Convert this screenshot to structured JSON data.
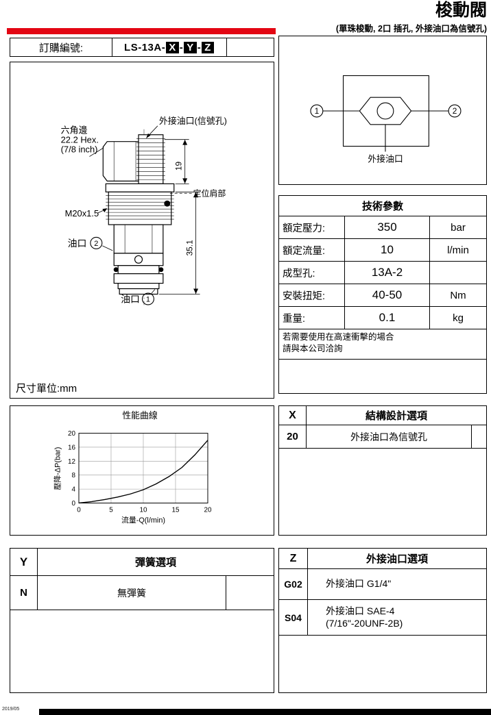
{
  "page": {
    "title": "梭動閥",
    "subtitle": "(單珠梭動, 2口 插孔, 外接油口為信號孔)"
  },
  "order": {
    "label": "訂購編號:",
    "prefix": "LS-13A-",
    "sep": "-",
    "x": "X",
    "y": "Y",
    "z": "Z"
  },
  "drawing": {
    "signal_port_label": "外接油口(信號孔)",
    "hex_line1": "六角邊",
    "hex_line2": "22.2 Hex.",
    "hex_line3": "(7/8 inch)",
    "dim_height": "19",
    "shoulder_label": "定位肩部",
    "thread_label": "M20x1.5",
    "dim_length": "35.1",
    "port2_label": "油口",
    "port2_num": "2",
    "port1_label": "油口",
    "port1_num": "1",
    "unit_note": "尺寸單位:mm"
  },
  "schematic": {
    "port1": "1",
    "port2": "2",
    "bottom_label": "外接油口"
  },
  "tech": {
    "title": "技術參數",
    "rows": [
      {
        "label": "額定壓力:",
        "value": "350",
        "unit": "bar"
      },
      {
        "label": "額定流量:",
        "value": "10",
        "unit": "l/min"
      },
      {
        "label": "成型孔:",
        "value": "13A-2",
        "unit": ""
      },
      {
        "label": "安裝扭矩:",
        "value": "40-50",
        "unit": "Nm"
      },
      {
        "label": "重量:",
        "value": "0.1",
        "unit": "kg"
      }
    ],
    "note1": "若需要使用在高速衝擊的場合",
    "note2": "請與本公司洽詢"
  },
  "chart_data": {
    "type": "line",
    "title": "性能曲線",
    "xlabel": "流量-Q(l/min)",
    "ylabel": "壓降-ΔP(bar)",
    "xlim": [
      0,
      20
    ],
    "ylim": [
      0,
      20
    ],
    "xticks": [
      0,
      5,
      10,
      15,
      20
    ],
    "yticks": [
      0,
      4,
      8,
      12,
      16,
      20
    ],
    "grid": true,
    "series": [
      {
        "name": "壓降-ΔP",
        "x": [
          0,
          2,
          4,
          6,
          8,
          10,
          12,
          14,
          16,
          18,
          20
        ],
        "y": [
          0,
          0.4,
          1,
          1.7,
          2.6,
          3.8,
          5.5,
          7.6,
          10.2,
          13.8,
          18
        ]
      }
    ]
  },
  "x_options": {
    "code": "X",
    "title": "結構設計選項",
    "row_code": "20",
    "row_label": "外接油口為信號孔"
  },
  "y_options": {
    "code": "Y",
    "title": "彈簧選項",
    "row_code": "N",
    "row_label": "無彈簧"
  },
  "z_options": {
    "code": "Z",
    "title": "外接油口選項",
    "rows": [
      {
        "code": "G02",
        "line1": "外接油口 G1/4\"",
        "line2": ""
      },
      {
        "code": "S04",
        "line1": "外接油口 SAE-4",
        "line2": "(7/16\"-20UNF-2B)"
      }
    ]
  },
  "footer": {
    "note": "2019/05"
  }
}
